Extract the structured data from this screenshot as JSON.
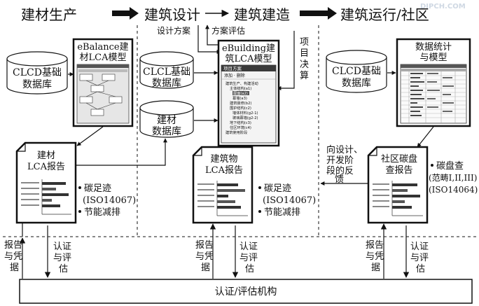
{
  "stages": {
    "materials": "建材生产",
    "design": "建筑设计",
    "construction": "建筑建造",
    "operation": "建筑运行/社区"
  },
  "watermark": "DIPCH.COM",
  "left": {
    "db_line1": "CLCD基础",
    "db_line2": "数据库",
    "tool_line1": "eBalance建",
    "tool_line2": "材LCA模型",
    "report_line1": "建材",
    "report_line2": "LCA报告",
    "bullet1_line1": "碳足迹",
    "bullet1_line2": "(ISO14067)",
    "bullet2": "节能减排",
    "arrow_up": [
      "报告",
      "与凭",
      "据"
    ],
    "arrow_down": [
      "认证",
      "与评",
      "估"
    ]
  },
  "middle": {
    "design_plan": "设计方案",
    "plan_eval": "方案评估",
    "decision": [
      "项",
      "目",
      "决",
      "算"
    ],
    "db1_line1": "CLCL基础",
    "db1_line2": "数据库",
    "db2_line1": "建材",
    "db2_line2": "数据库",
    "tool_line1": "eBuilding建",
    "tool_line2": "筑LCA模型",
    "tool_screen": {
      "title": "项目方案",
      "menu": "添加 · 删除",
      "tree": [
        "建筑生产、构建活动",
        "主体结构(a1)",
        "屋面(a2)",
        "幕墙(a3)",
        "建筑装修(b2)",
        "围护结构(c2)",
        "墙体材料(g2-1)",
        "玻璃幕墙(g2-2)",
        "地下结构(c3)",
        "住区环境(c4)",
        "建筑使用阶段"
      ]
    },
    "report_line1": "建筑物",
    "report_line2": "LCA报告",
    "bullet1_line1": "碳足迹",
    "bullet1_line2": "(ISO14067)",
    "bullet2": "节能减排",
    "arrow_up": [
      "报告",
      "与凭",
      "据"
    ],
    "arrow_down": [
      "认证",
      "与评",
      "估"
    ]
  },
  "right": {
    "db_line1": "CLCD基础",
    "db_line2": "数据库",
    "tool_line1": "数据统计",
    "tool_line2": "与模型",
    "report_line1": "社区碳盘",
    "report_line2": "查报告",
    "feedback": [
      "向设计、",
      "开发阶",
      "段的反",
      "馈"
    ],
    "bullet1_line1": "碳盘查",
    "bullet1_line2": "(范畴I,II,III)",
    "bullet1_line3": "(ISO14064)",
    "arrow_up": [
      "报告",
      "与凭",
      "据"
    ],
    "arrow_down": [
      "认证",
      "与评",
      "估"
    ]
  },
  "bottom": {
    "agency": "认证/评估机构"
  }
}
